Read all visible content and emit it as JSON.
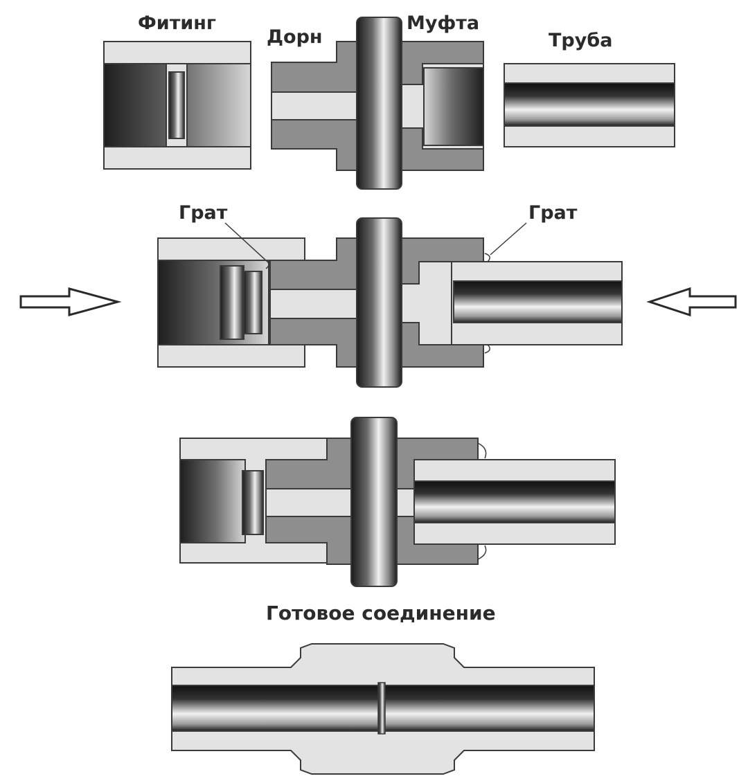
{
  "labels": {
    "fitting": "Фитинг",
    "mandrel": "Дорн",
    "coupling": "Муфта",
    "pipe": "Труба",
    "burr_left": "Грат",
    "burr_right": "Грат",
    "finished_joint": "Готовое соединение"
  },
  "colors": {
    "light_gray": "#e3e3e3",
    "mid_gray": "#8e8e8e",
    "outline": "#3a3a3a",
    "label_text": "#2b2b2b"
  },
  "icons": {
    "left_arrow": "arrow-right-outline",
    "right_arrow": "arrow-left-outline"
  }
}
